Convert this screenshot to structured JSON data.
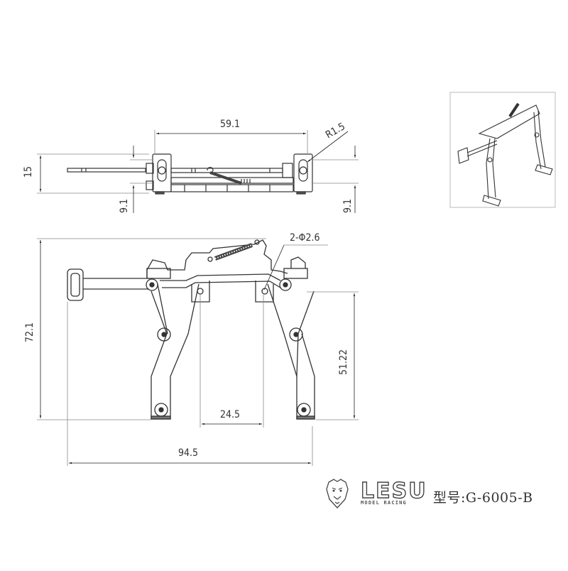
{
  "drawing": {
    "top_view": {
      "overall_length_label": "59.1",
      "height_label": "15",
      "left_offset_label": "9.1",
      "right_offset_label": "9.1",
      "radius_label": "R1.5"
    },
    "front_view": {
      "hole_callout": "2-Φ2.6",
      "overall_height_label": "72.1",
      "leg_height_label": "51.22",
      "inner_width_label": "24.5",
      "overall_width_label": "94.5"
    },
    "isometric_view": {
      "description": "3D isometric view of support leg assembly"
    }
  },
  "branding": {
    "logo_icon": "lion-head-icon",
    "brand_name": "LESU",
    "brand_subtitle": "MODEL RACING",
    "model_number": "型号:G-6005-B"
  }
}
